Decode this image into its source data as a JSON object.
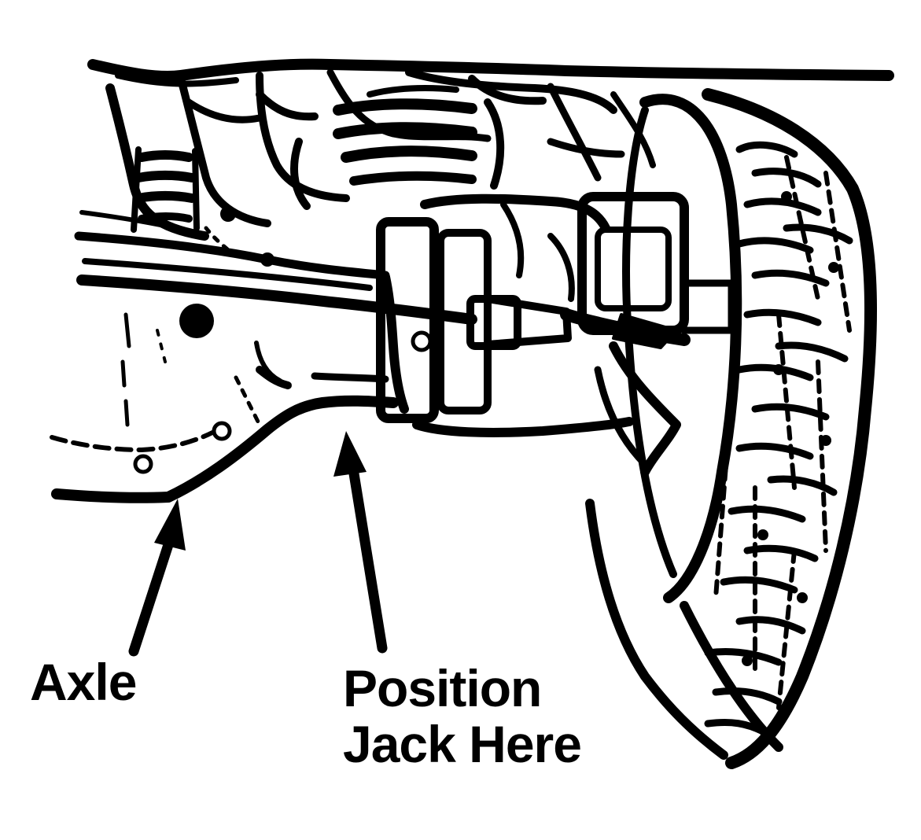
{
  "labels": {
    "axle": "Axle",
    "jack_line1": "Position",
    "jack_line2": "Jack Here"
  },
  "colors": {
    "ink": "#000000",
    "paper": "#ffffff"
  }
}
